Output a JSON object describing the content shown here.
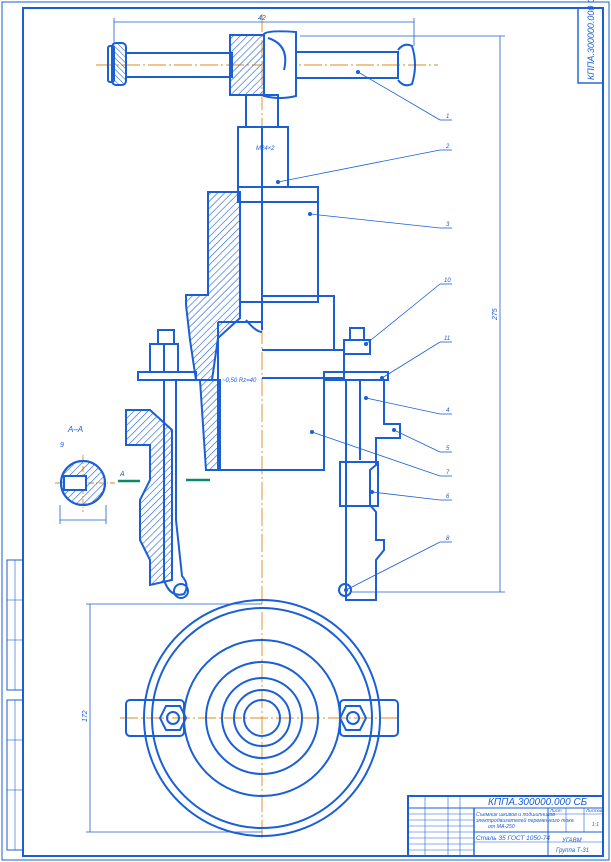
{
  "drawing": {
    "code_main": "КППА.300000.000 СБ",
    "code_rotated": "КППА.300000.000 СБ",
    "title_lines": [
      "Съемник шкивов и подшипников",
      "электродвигателей переменного тока",
      "от МА-250"
    ],
    "material": "Сталь 35 ГОСТ 1050-74",
    "sheet": "Лист",
    "sheets": "Листов",
    "scale": "1:1",
    "organization_1": "УГАВМ",
    "organization_2": "Группа Т-31"
  },
  "callouts": [
    "1",
    "2",
    "3",
    "10",
    "11",
    "4",
    "5",
    "7",
    "6",
    "8"
  ],
  "section": {
    "label": "А–А",
    "marker": "А",
    "item_9": "9"
  },
  "dimensions": {
    "top": "42",
    "overall_height": "275",
    "bottom_height": "172",
    "thread": "М24×2",
    "roughness_note": "~0,50 Rz=40"
  },
  "colors": {
    "line": "#1a5fd6",
    "hatch": "#1a5fd6",
    "centerline": "#e08a1e",
    "accent": "#0a8a6a"
  }
}
